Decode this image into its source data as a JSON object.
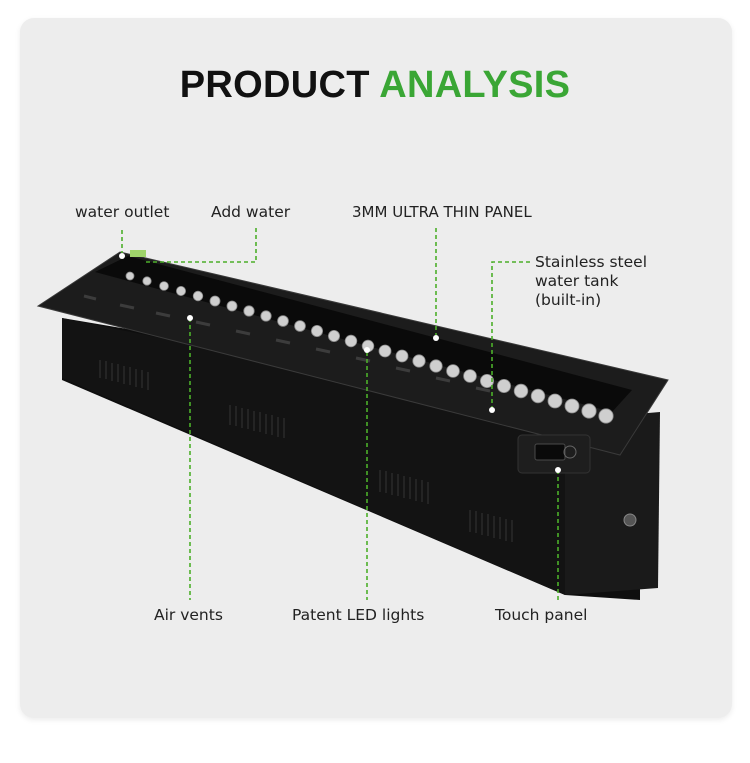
{
  "title": {
    "part1": "PRODUCT",
    "part2": "ANALYSIS"
  },
  "colors": {
    "accent": "#3aa635",
    "background": "#ededed",
    "callout_line": "#4caf2a",
    "product": "#141414"
  },
  "labels": {
    "water_outlet": "water outlet",
    "add_water": "Add water",
    "panel": "3MM ULTRA THIN PANEL",
    "tank": [
      "Stainless steel",
      "water tank",
      "(built-in)"
    ],
    "air_vents": "Air vents",
    "led_lights": "Patent LED lights",
    "touch_panel": "Touch panel"
  }
}
